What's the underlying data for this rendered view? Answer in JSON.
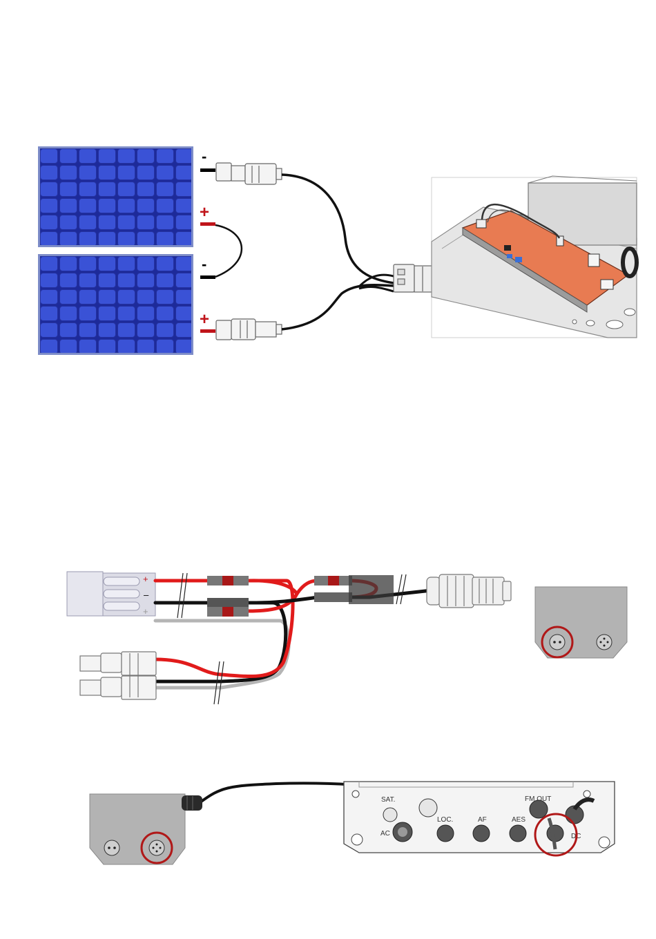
{
  "polarity": {
    "minus": "-",
    "plus": "+",
    "minus_glyph": "–"
  },
  "port_labels": {
    "sat": "SAT.",
    "ac": "AC",
    "loc": "LOC.",
    "af": "AF",
    "aes": "AES",
    "fm_out": "FM OUT",
    "dc": "DC"
  },
  "colors": {
    "panel_blue": "#2f3fbf",
    "panel_cell": "#3a52d6",
    "panel_frame": "#7d8cc8",
    "wire_red": "#e11b1b",
    "wire_black": "#111111",
    "wire_grey": "#b5b5b5",
    "pcb_orange": "#e87b52",
    "box_grey": "#b3b3b3",
    "highlight_red": "#b01818",
    "polarity_red": "#c0141a"
  }
}
